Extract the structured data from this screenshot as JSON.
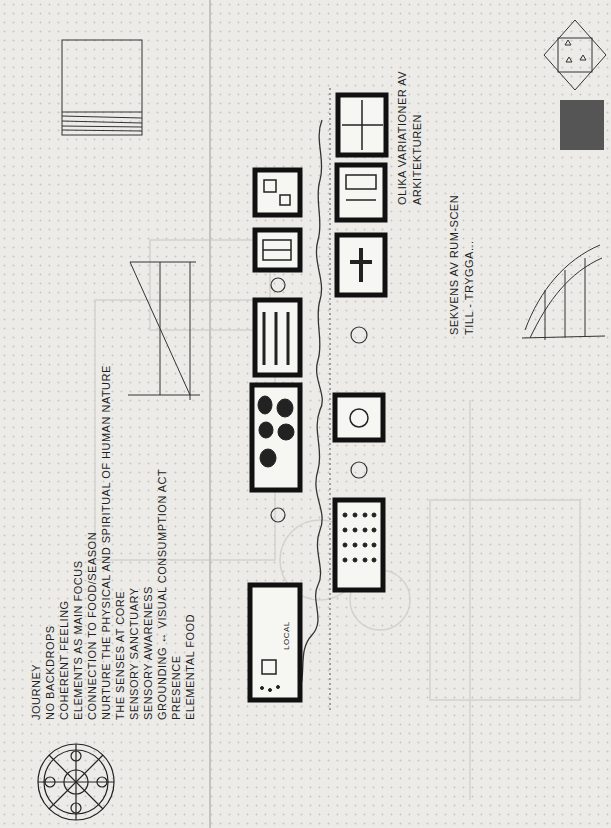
{
  "diagram": {
    "labels": [
      "JOURNEY",
      "NO BACKDROPS",
      "COHERENT FEELING",
      "ELEMENTS AS MAIN FOCUS",
      "CONNECTION TO FOOD/SEASON",
      "NURTURE THE PHYSICAL AND SPIRITUAL OF HUMAN NATURE",
      "THE SENSES AT CORE",
      "SENSORY SANCTUARY",
      "SENSORY AWARENESS",
      "GROUNDING ↔ VISUAL CONSUMPTION ACT",
      "PRESENCE",
      "ELEMENTAL FOOD",
      "LOCAL",
      "OLIKA VARIATIONER AV",
      "ARKITEKTUREN",
      "SEKVENS AV RUM-SCEN",
      "TILL - TRYGGA..."
    ]
  }
}
